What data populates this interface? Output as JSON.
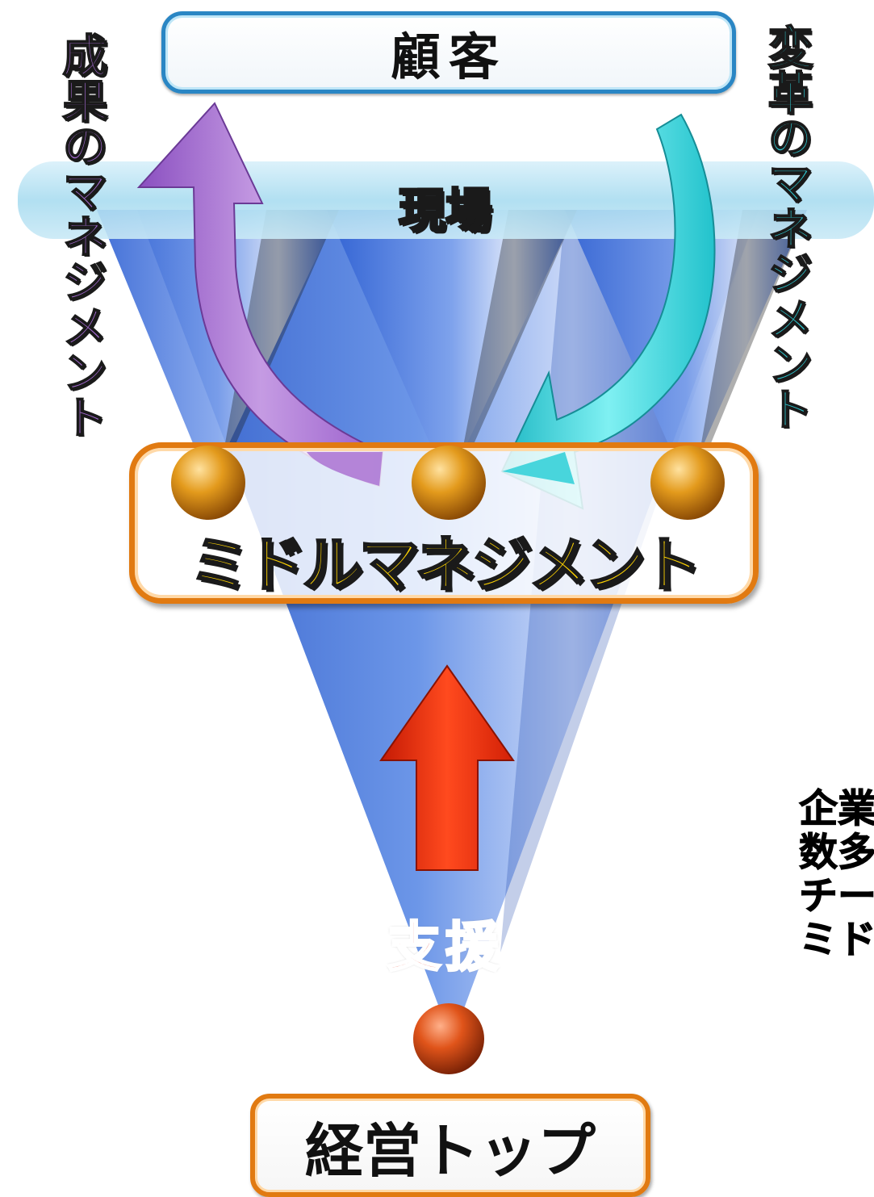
{
  "labels": {
    "customer": "顧客",
    "field": "現場",
    "middle_management": "ミドルマネジメント",
    "support": "支援",
    "top_management": "経営トップ",
    "results_management": "成果のマネジメント",
    "change_management": "変革のマネジメント"
  },
  "side_note_lines": [
    "企業",
    "数多",
    "チー",
    "ミド"
  ],
  "colors": {
    "cone_blue": "#3f6fd8",
    "field_band": "#b6e2f3",
    "customer_border": "#2a86c4",
    "middle_border": "#e17a11",
    "node_gold": "#d98a12",
    "node_top": "#d9541a",
    "results_arrow": "#a46ad0",
    "change_arrow": "#2ec7cf",
    "support_arrow": "#e82a0c"
  },
  "icons": {
    "results_arrow": "curved-arrow-up-left",
    "change_arrow": "curved-arrow-down-left",
    "support_arrow": "arrow-up"
  }
}
